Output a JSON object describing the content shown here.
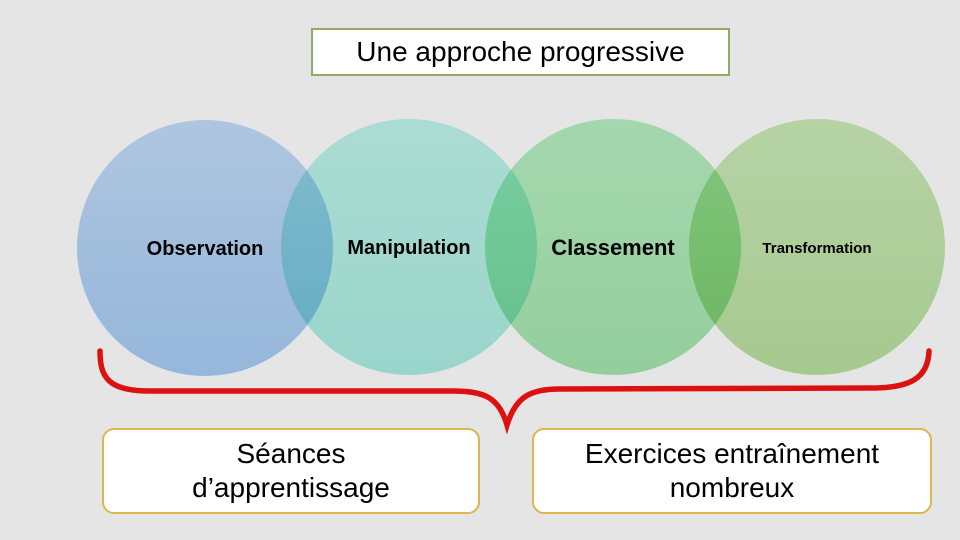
{
  "title": {
    "text": "Une approche progressive"
  },
  "circles": [
    {
      "label": "Observation"
    },
    {
      "label": "Manipulation"
    },
    {
      "label": "Classement"
    },
    {
      "label": "Transformation"
    }
  ],
  "boxes": [
    {
      "text": "Séances\nd’apprentissage"
    },
    {
      "text": "Exercices entraînement\nnombreux"
    }
  ],
  "brace": {
    "color": "#de1111"
  },
  "colors": {
    "background": "#e5e5e5",
    "text": "#000000",
    "title_border": "#8fac62",
    "box_border": "#dcb64e",
    "circle1_top": "#c3dcfa",
    "circle1_bottom": "#a6ccf4",
    "circle2_top": "#bef5ec",
    "circle2_bottom": "#abeee2",
    "circle3_top": "#b8f0c2",
    "circle3_bottom": "#a5e6af",
    "circle4_top": "#cbebb8",
    "circle4_bottom": "#b9e0a0"
  }
}
